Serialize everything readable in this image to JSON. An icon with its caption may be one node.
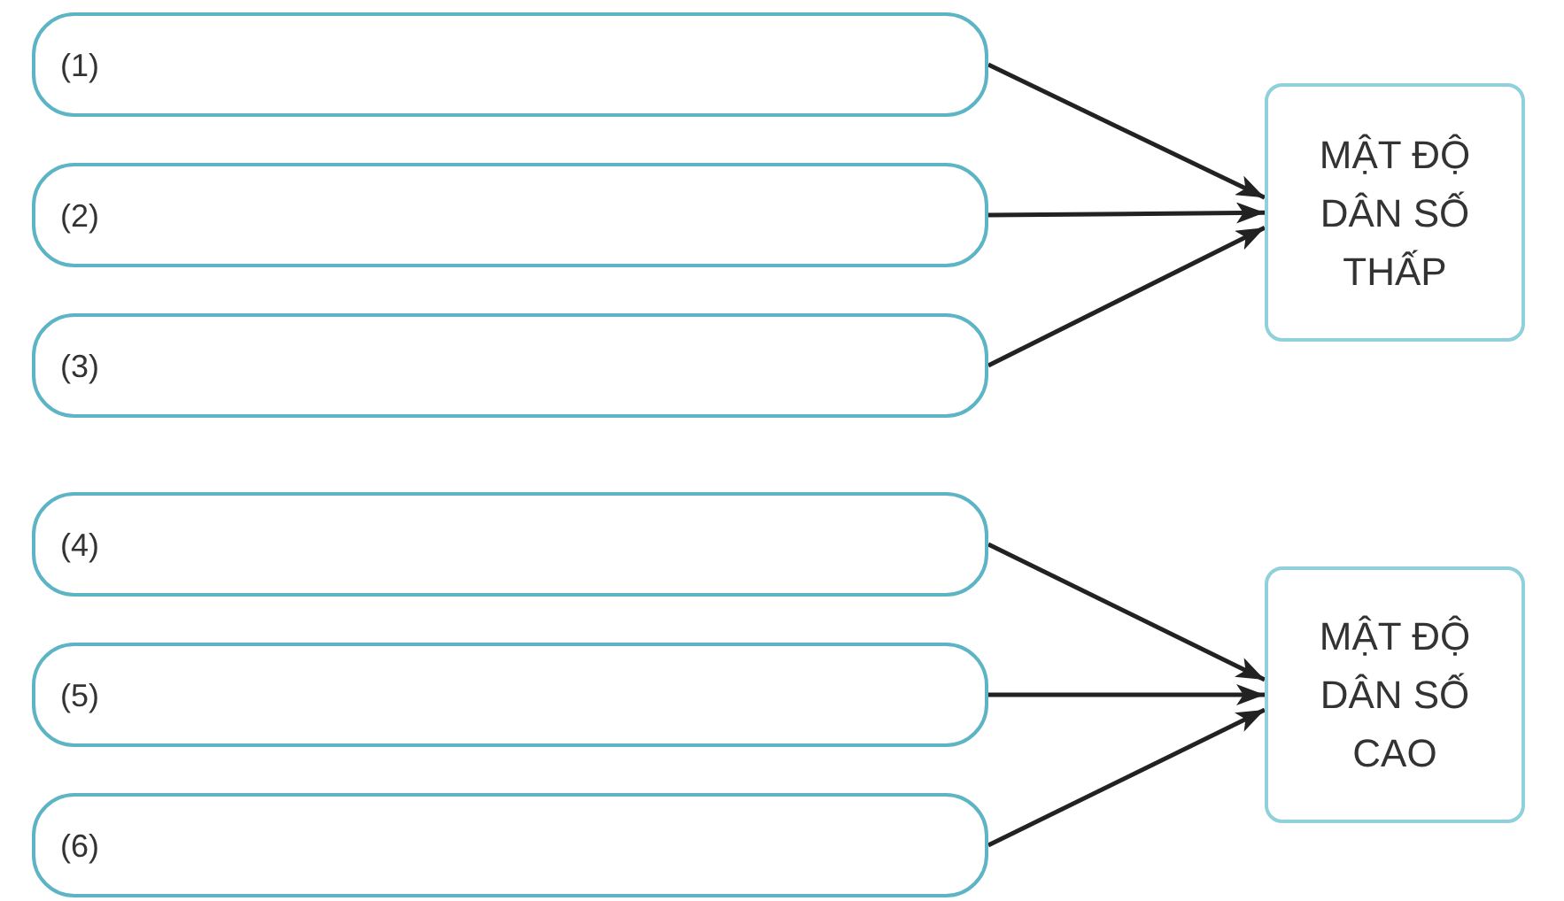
{
  "diagram": {
    "nodes": [
      {
        "text": [
          "(1)"
        ]
      },
      {
        "text": [
          "(2)"
        ]
      },
      {
        "text": [
          "(3)"
        ]
      },
      {
        "text": [
          "(4)"
        ]
      },
      {
        "text": [
          "(5)"
        ]
      },
      {
        "text": [
          "(6)"
        ]
      },
      {
        "text": [
          "MẬT ĐỘ DÂN SỐ THẤP"
        ]
      },
      {
        "text": [
          "MẬT ĐỘ DÂN SỐ CAO"
        ]
      }
    ],
    "edges": [
      {
        "from": 0,
        "to": 6,
        "arrow": "to"
      },
      {
        "from": 1,
        "to": 6,
        "arrow": "to"
      },
      {
        "from": 2,
        "to": 6,
        "arrow": "to"
      },
      {
        "from": 3,
        "to": 7,
        "arrow": "to"
      },
      {
        "from": 4,
        "to": 7,
        "arrow": "to"
      },
      {
        "from": 5,
        "to": 7,
        "arrow": "to"
      }
    ]
  }
}
